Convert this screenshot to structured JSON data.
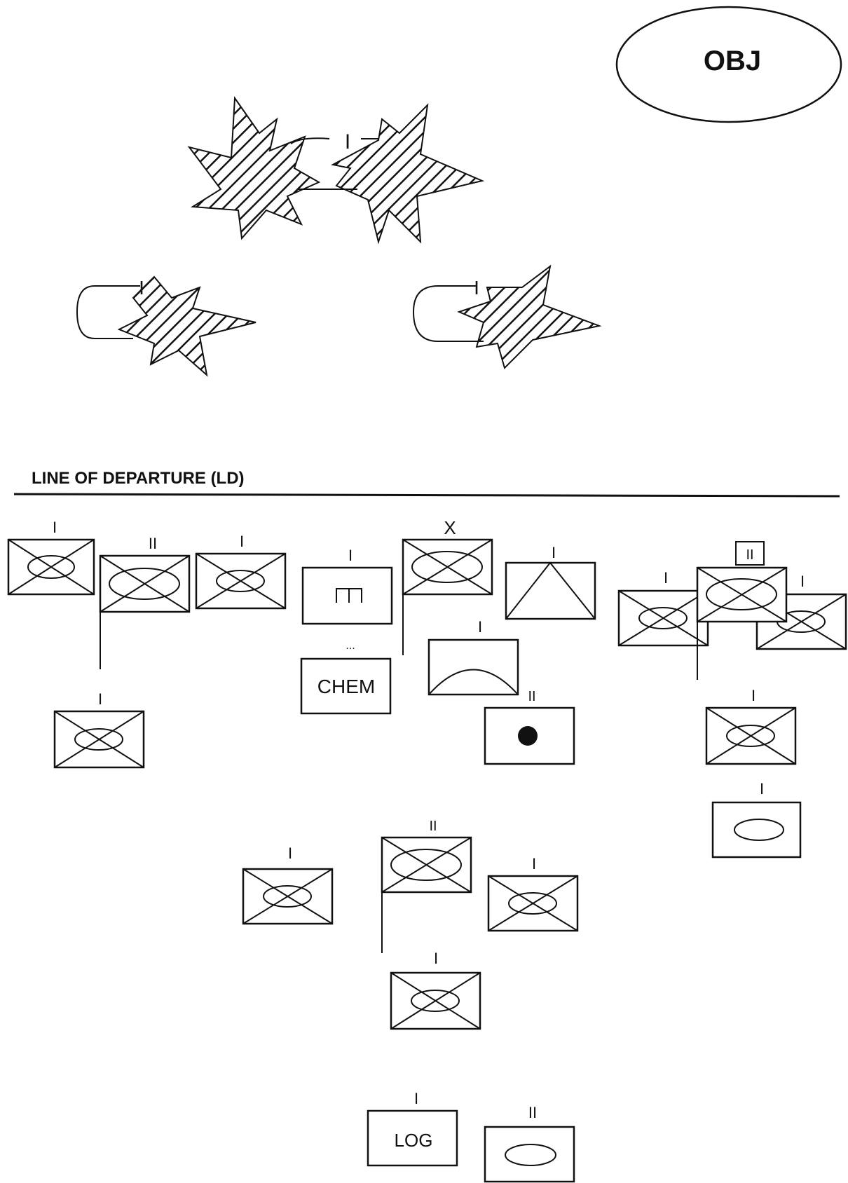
{
  "objective": {
    "label": "OBJ"
  },
  "line_of_departure": {
    "label": "LINE OF DEPARTURE (LD)"
  },
  "enemy": {
    "main": {
      "echelon": "I"
    },
    "left": {
      "echelon": "I"
    },
    "right": {
      "echelon": "I"
    }
  },
  "units": {
    "left_group": {
      "unit1": {
        "echelon": "I"
      },
      "unit2": {
        "echelon": "II"
      },
      "unit3": {
        "echelon": "I"
      },
      "unit4": {
        "echelon": "I"
      }
    },
    "engineer": {
      "echelon": "I"
    },
    "chem": {
      "echelon": "...",
      "label": "CHEM"
    },
    "brigade": {
      "echelon": "X"
    },
    "field_artillery": {
      "echelon": "I"
    },
    "recon_arc": {
      "echelon": "I"
    },
    "medical": {
      "echelon": "II"
    },
    "right_group": {
      "hq": {
        "echelon": "II"
      },
      "left": {
        "echelon": "I"
      },
      "right": {
        "echelon": "I"
      },
      "lower": {
        "echelon": "I"
      },
      "armor": {
        "echelon": "I"
      }
    },
    "center_group": {
      "left": {
        "echelon": "I"
      },
      "hq": {
        "echelon": "II"
      },
      "right": {
        "echelon": "I"
      },
      "lower": {
        "echelon": "I"
      }
    },
    "logistics": {
      "echelon": "I",
      "label": "LOG"
    },
    "armor_bn": {
      "echelon": "II"
    }
  },
  "colors": {
    "ink": "#111111",
    "background": "#ffffff"
  }
}
